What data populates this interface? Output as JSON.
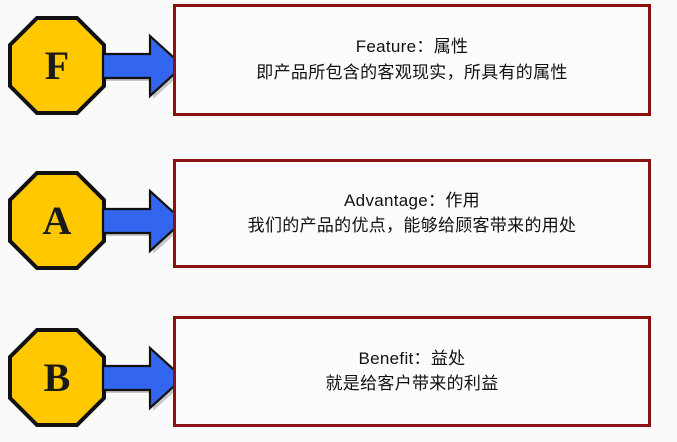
{
  "diagram": {
    "type": "fab-selling-points",
    "background_color": "#fafafa",
    "palette": {
      "octagon_fill": "#ffc800",
      "octagon_stroke": "#111111",
      "arrow_fill": "#3366ee",
      "arrow_stroke": "#111111",
      "box_border": "#8b1212",
      "box_fill": "#fcfcfc",
      "text_color": "#101010"
    },
    "rows": [
      {
        "badge_letter": "F",
        "badge_name": "feature",
        "title": "Feature：属性",
        "description": "即产品所包含的客观现实，所具有的属性"
      },
      {
        "badge_letter": "A",
        "badge_name": "advantage",
        "title": "Advantage：作用",
        "description": "我们的产品的优点，能够给顾客带来的用处"
      },
      {
        "badge_letter": "B",
        "badge_name": "benefit",
        "title": "Benefit：益处",
        "description": "就是给客户带来的利益"
      }
    ]
  }
}
